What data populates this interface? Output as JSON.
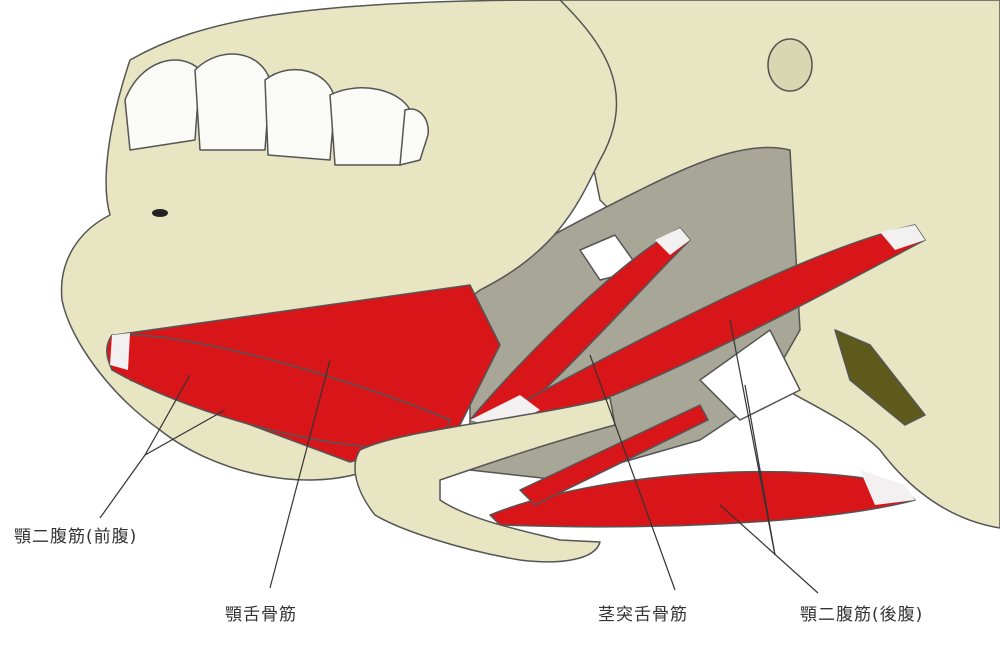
{
  "labels": {
    "anterior_digastric": "顎二腹筋(前腹)",
    "mylohyoid": "顎舌骨筋",
    "stylohyoid": "茎突舌骨筋",
    "posterior_digastric": "顎二腹筋(後腹)"
  },
  "colors": {
    "bone": "#e8e5c2",
    "bone_shadow": "#a8a696",
    "muscle": "#d8161a",
    "tendon": "#f2f0f0",
    "outline": "#555"
  }
}
